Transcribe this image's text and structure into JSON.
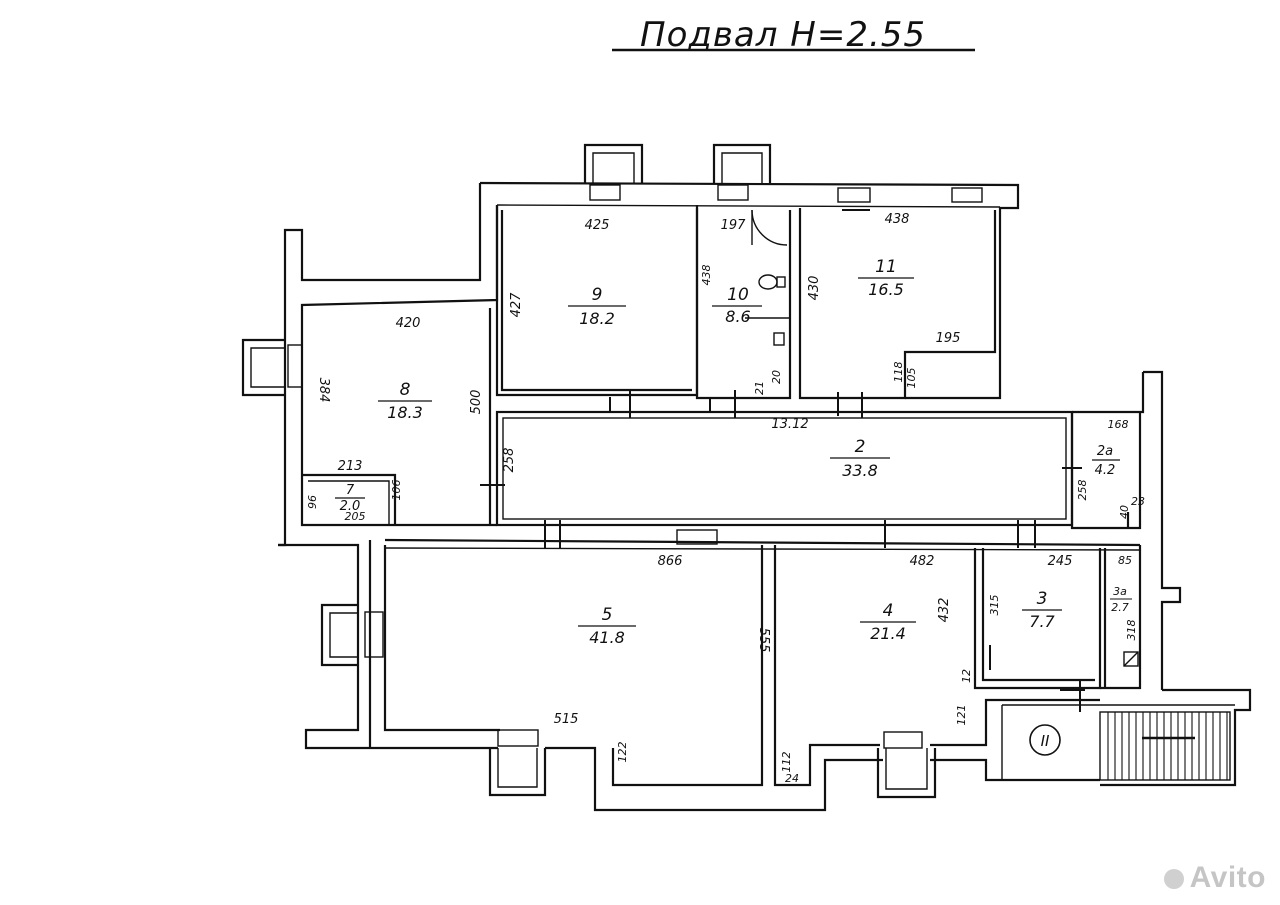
{
  "title": "Подвал H=2.55",
  "rooms": {
    "r2": {
      "num": "2",
      "area": "33.8"
    },
    "r2a": {
      "num": "2a",
      "area": "4.2"
    },
    "r3": {
      "num": "3",
      "area": "7.7"
    },
    "r3a": {
      "num": "3a",
      "area": "2.7"
    },
    "r4": {
      "num": "4",
      "area": "21.4"
    },
    "r5": {
      "num": "5",
      "area": "41.8"
    },
    "r7": {
      "num": "7",
      "area": "2.0"
    },
    "r8": {
      "num": "8",
      "area": "18.3"
    },
    "r9": {
      "num": "9",
      "area": "18.2"
    },
    "r10": {
      "num": "10",
      "area": "8.6"
    },
    "r11": {
      "num": "11",
      "area": "16.5"
    }
  },
  "dims": {
    "d425": "425",
    "d197": "197",
    "d438": "438",
    "d420": "420",
    "d427": "427",
    "d438v": "438",
    "d430": "430",
    "d195": "195",
    "d118": "118",
    "d105": "105",
    "d21": "21",
    "d20": "20",
    "d384": "384",
    "d500": "500",
    "d1312": "13.12",
    "d168": "168",
    "d258a": "258",
    "d258b": "258",
    "d40": "40",
    "d23": "23",
    "d213": "213",
    "d96": "96",
    "d106": "106",
    "d205": "205",
    "d866": "866",
    "d482": "482",
    "d245": "245",
    "d85": "85",
    "d315": "315",
    "d318": "318",
    "d432": "432",
    "d555": "555",
    "d12": "12",
    "d121": "121",
    "d515": "515",
    "d122": "122",
    "d112": "112",
    "d24": "24"
  },
  "stair_mark": "II",
  "watermark": "Avito"
}
